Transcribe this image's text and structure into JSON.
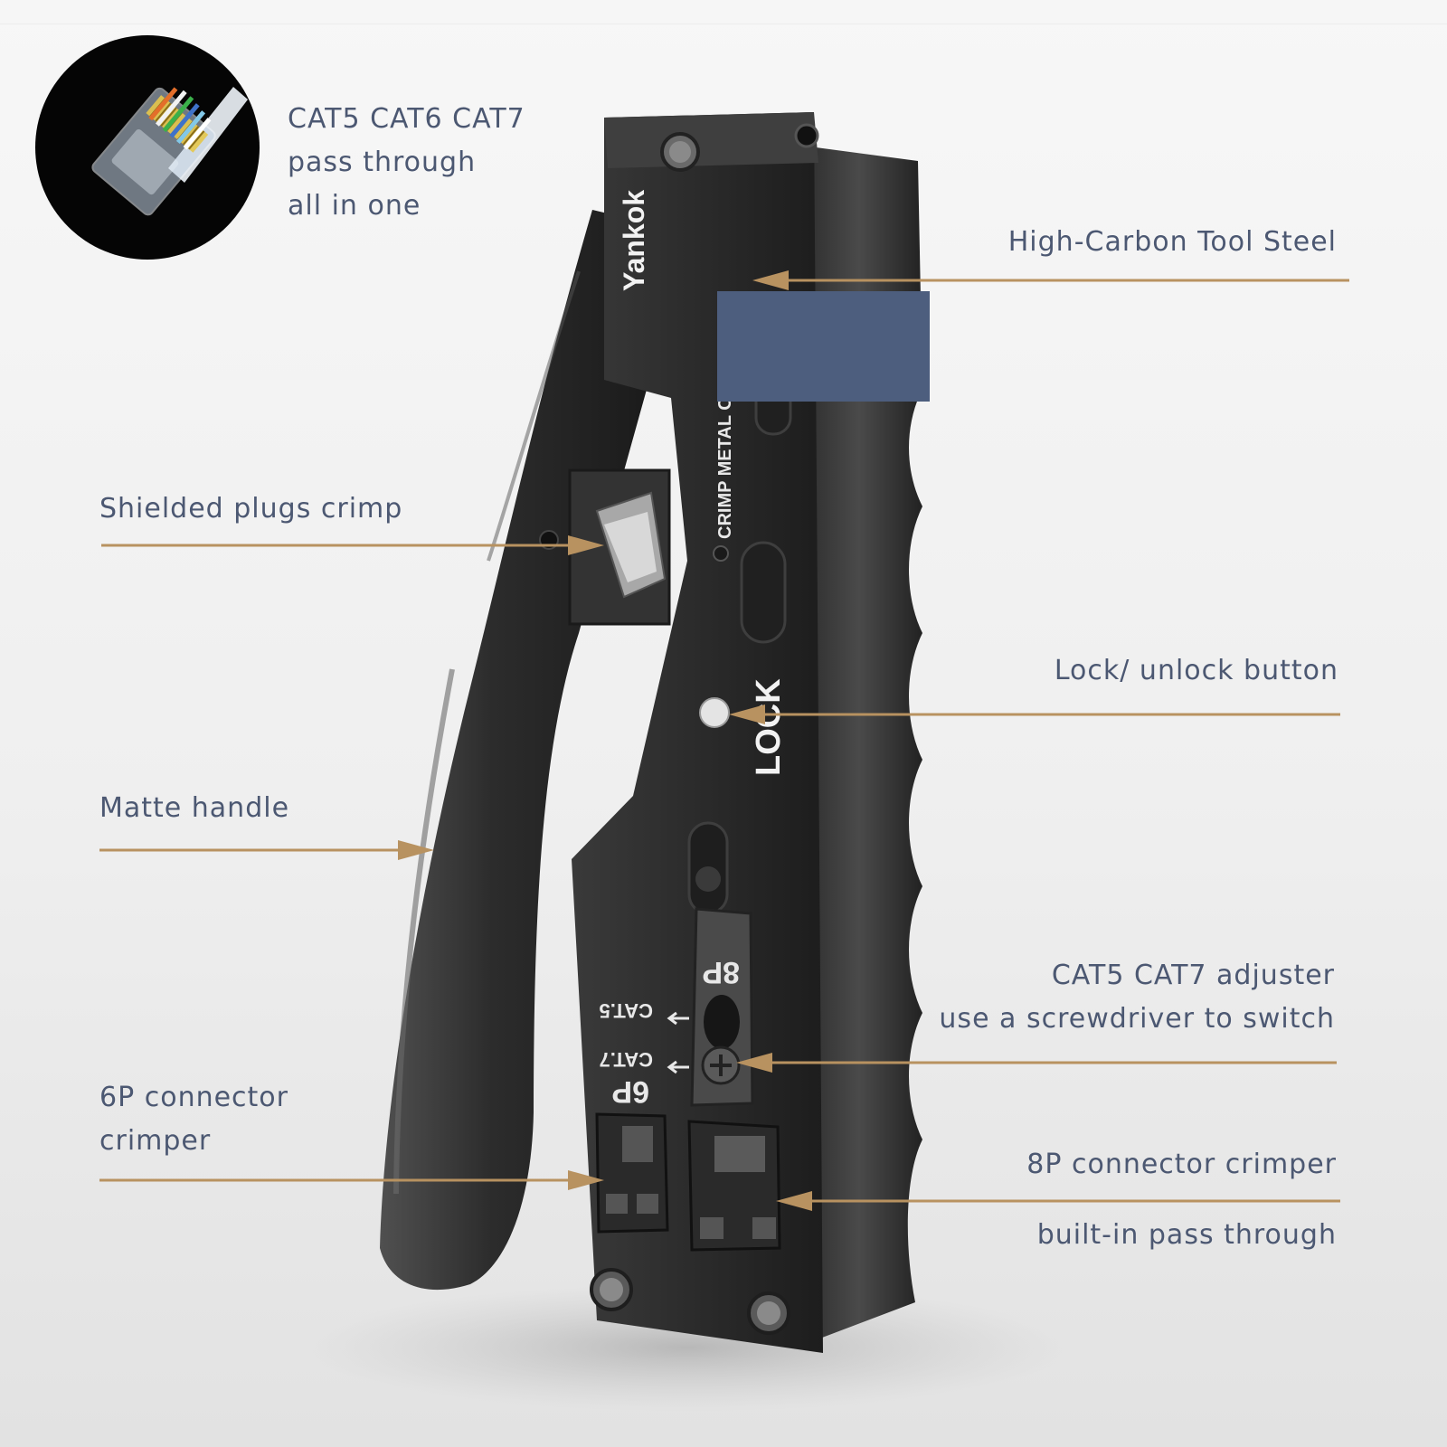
{
  "image": {
    "subject": "network cable crimping tool",
    "brand": "Yankok",
    "tool_markings": {
      "brand": "Yankok",
      "side_text": "CRIMP METAL CLIP",
      "lock": "LOCK",
      "eight_p": "8P",
      "six_p": "6P",
      "cat5": "CAT.5",
      "cat7": "CAT.7"
    },
    "colors": {
      "label_text": "#4c5872",
      "leader_line": "#b89260",
      "redaction": "#4d5e7e",
      "tool_body": "#2a2a2a"
    }
  },
  "callouts": {
    "plug_features": {
      "line1": "CAT5 CAT6 CAT7",
      "line2": "pass through",
      "line3": "all in one"
    },
    "steel": {
      "line1": "High-Carbon Tool Steel"
    },
    "shielded": {
      "line1": "Shielded plugs crimp"
    },
    "lock": {
      "line1": "Lock/ unlock button"
    },
    "handle": {
      "line1": "Matte handle"
    },
    "adjuster": {
      "line1": "CAT5 CAT7 adjuster",
      "line2": "use a screwdriver to switch"
    },
    "six_p": {
      "line1": "6P connector",
      "line2": "crimper"
    },
    "eight_p": {
      "line1": "8P connector crimper",
      "line2": "built-in pass through"
    }
  }
}
